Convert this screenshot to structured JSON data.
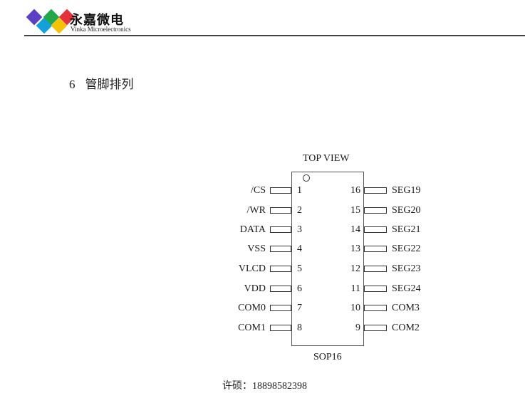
{
  "header": {
    "logo_cn": "永嘉微电",
    "logo_en": "Vinka Microelectronics",
    "logo_colors": [
      "#5b3fc4",
      "#22a84b",
      "#e5323a",
      "#14a0d8",
      "#f5c20a"
    ]
  },
  "section": {
    "number": "6",
    "title": "管脚排列"
  },
  "diagram": {
    "top_label": "TOP VIEW",
    "package": "SOP16",
    "left_pins": [
      {
        "num": "1",
        "name": "/CS"
      },
      {
        "num": "2",
        "name": "/WR"
      },
      {
        "num": "3",
        "name": "DATA"
      },
      {
        "num": "4",
        "name": "VSS"
      },
      {
        "num": "5",
        "name": "VLCD"
      },
      {
        "num": "6",
        "name": "VDD"
      },
      {
        "num": "7",
        "name": "COM0"
      },
      {
        "num": "8",
        "name": "COM1"
      }
    ],
    "right_pins": [
      {
        "num": "16",
        "name": "SEG19"
      },
      {
        "num": "15",
        "name": "SEG20"
      },
      {
        "num": "14",
        "name": "SEG21"
      },
      {
        "num": "13",
        "name": "SEG22"
      },
      {
        "num": "12",
        "name": "SEG23"
      },
      {
        "num": "11",
        "name": "SEG24"
      },
      {
        "num": "10",
        "name": "COM3"
      },
      {
        "num": "9",
        "name": "COM2"
      }
    ]
  },
  "footer": {
    "contact": "许硕：18898582398"
  }
}
